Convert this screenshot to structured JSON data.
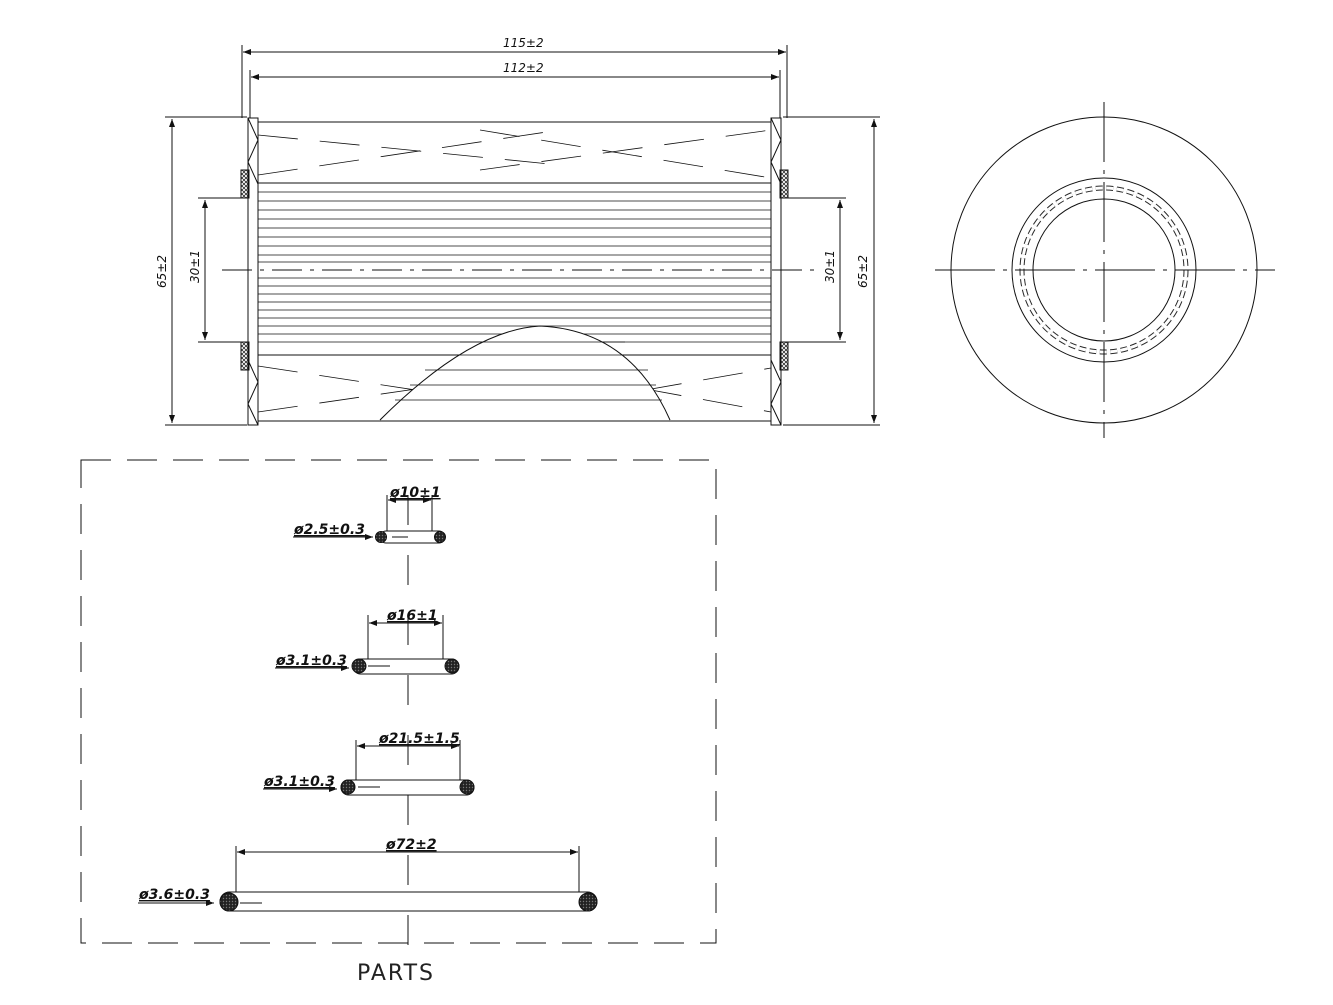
{
  "main_view": {
    "length_overall": "115±2",
    "length_body": "112±2",
    "od_left": "65±2",
    "id_left": "30±1",
    "id_right": "30±1",
    "od_right": "65±2"
  },
  "parts": {
    "caption": "PARTS",
    "orings": [
      {
        "inner_dia": "ø10±1",
        "cross_section": "ø2.5±0.3"
      },
      {
        "inner_dia": "ø16±1",
        "cross_section": "ø3.1±0.3"
      },
      {
        "inner_dia": "ø21.5±1.5",
        "cross_section": "ø3.1±0.3"
      },
      {
        "inner_dia": "ø72±2",
        "cross_section": "ø3.6±0.3"
      }
    ]
  },
  "colors": {
    "line": "#111111",
    "background": "#ffffff"
  }
}
